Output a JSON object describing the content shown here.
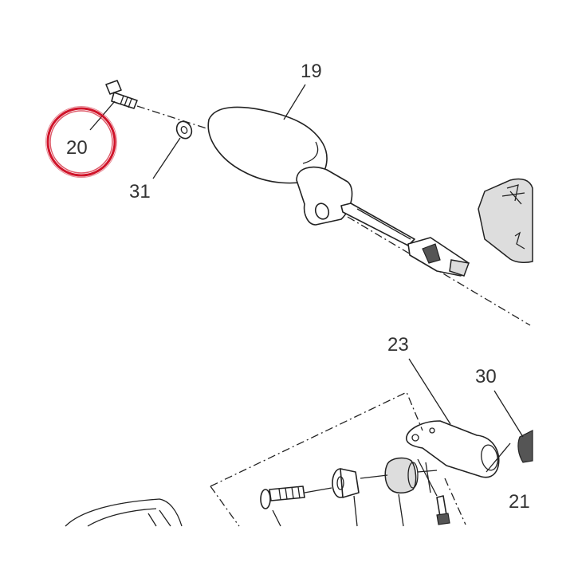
{
  "callouts": {
    "c19": "19",
    "c20": "20",
    "c31": "31",
    "c23": "23",
    "c30": "30",
    "c21": "21"
  },
  "highlight": {
    "target": "20",
    "color": "#d0142a"
  }
}
